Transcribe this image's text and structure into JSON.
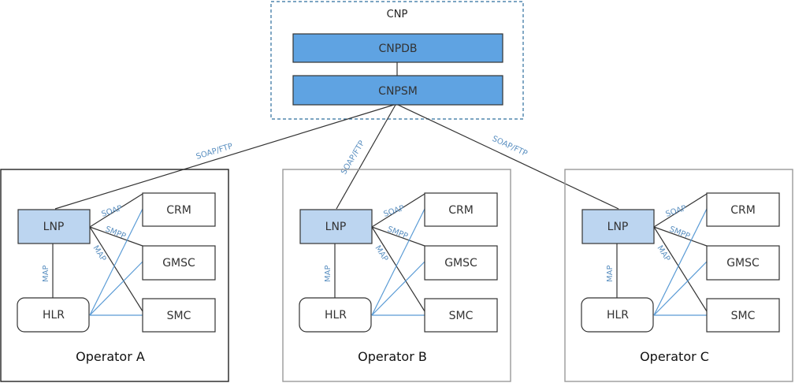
{
  "cnp": {
    "title": "CNP",
    "db_label": "CNPDB",
    "sm_label": "CNPSM"
  },
  "links_top": {
    "a": "SOAP/FTP",
    "b": "SOAP/FTP",
    "c": "SOAP/FTP"
  },
  "operators": [
    {
      "title": "Operator A",
      "lnp": "LNP",
      "hlr": "HLR",
      "crm": "CRM",
      "gmsc": "GMSC",
      "smc": "SMC",
      "soap": "SOAP",
      "smpp": "SMPP",
      "map_diag": "MAP",
      "map_vert": "MAP"
    },
    {
      "title": "Operator B",
      "lnp": "LNP",
      "hlr": "HLR",
      "crm": "CRM",
      "gmsc": "GMSC",
      "smc": "SMC",
      "soap": "SOAP",
      "smpp": "SMPP",
      "map_diag": "MAP",
      "map_vert": "MAP"
    },
    {
      "title": "Operator C",
      "lnp": "LNP",
      "hlr": "HLR",
      "crm": "CRM",
      "gmsc": "GMSC",
      "smc": "SMC",
      "soap": "SOAP",
      "smpp": "SMPP",
      "map_diag": "MAP",
      "map_vert": "MAP"
    }
  ],
  "colors": {
    "cnp_fill": "#5fa3e2",
    "lnp_fill": "#bcd5f0",
    "blue_line": "#5a9bd5",
    "dark_line": "#333333",
    "op_border_active": "#222222",
    "op_border": "#999999",
    "cnp_border": "#2e6f9e"
  }
}
